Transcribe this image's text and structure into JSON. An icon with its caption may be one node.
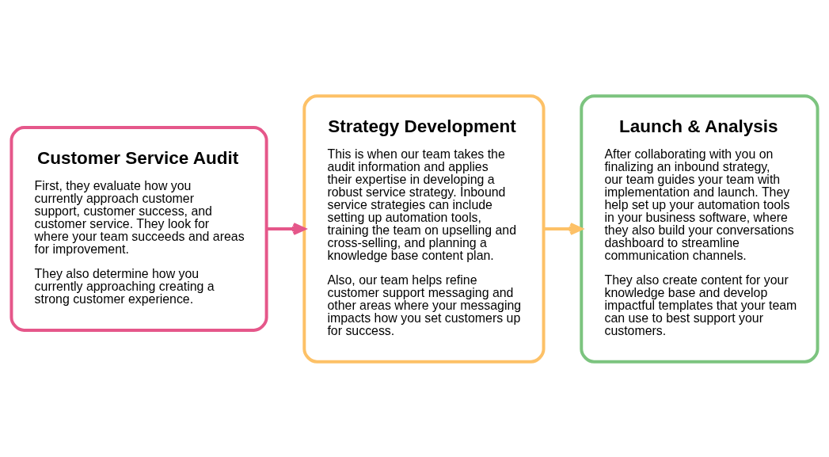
{
  "diagram": {
    "nodes": [
      {
        "text": [
          "Customer Service Audit",
          "First, they evaluate how you currently approach customer support, customer success, and customer service. They look for where your team succeeds and areas for improvement.",
          "They also determine how you currently approaching creating a strong customer experience."
        ]
      },
      {
        "text": [
          "Strategy Development",
          "This is when our team takes the audit information and applies their expertise in developing a robust service strategy. Inbound service strategies can include setting up automation tools, training the team on upselling and cross-selling, and planning a knowledge base content plan.",
          "Also, our team helps refine customer support messaging and other areas where your messaging impacts how you set customers up for success."
        ]
      },
      {
        "text": [
          "Launch & Analysis",
          "After collaborating with you on finalizing an inbound strategy, our team guides your team with implementation and launch. They help set up your automation tools in your business software, where they also build your conversations dashboard to streamline communication channels.",
          "They also create content for your knowledge base and develop impactful templates that your team can use to best support your customers."
        ]
      }
    ],
    "edges": [
      {
        "from": 0,
        "to": 1,
        "arrow": "to",
        "color": "#e5578a"
      },
      {
        "from": 1,
        "to": 2,
        "arrow": "to",
        "color": "#fdc167"
      }
    ]
  }
}
